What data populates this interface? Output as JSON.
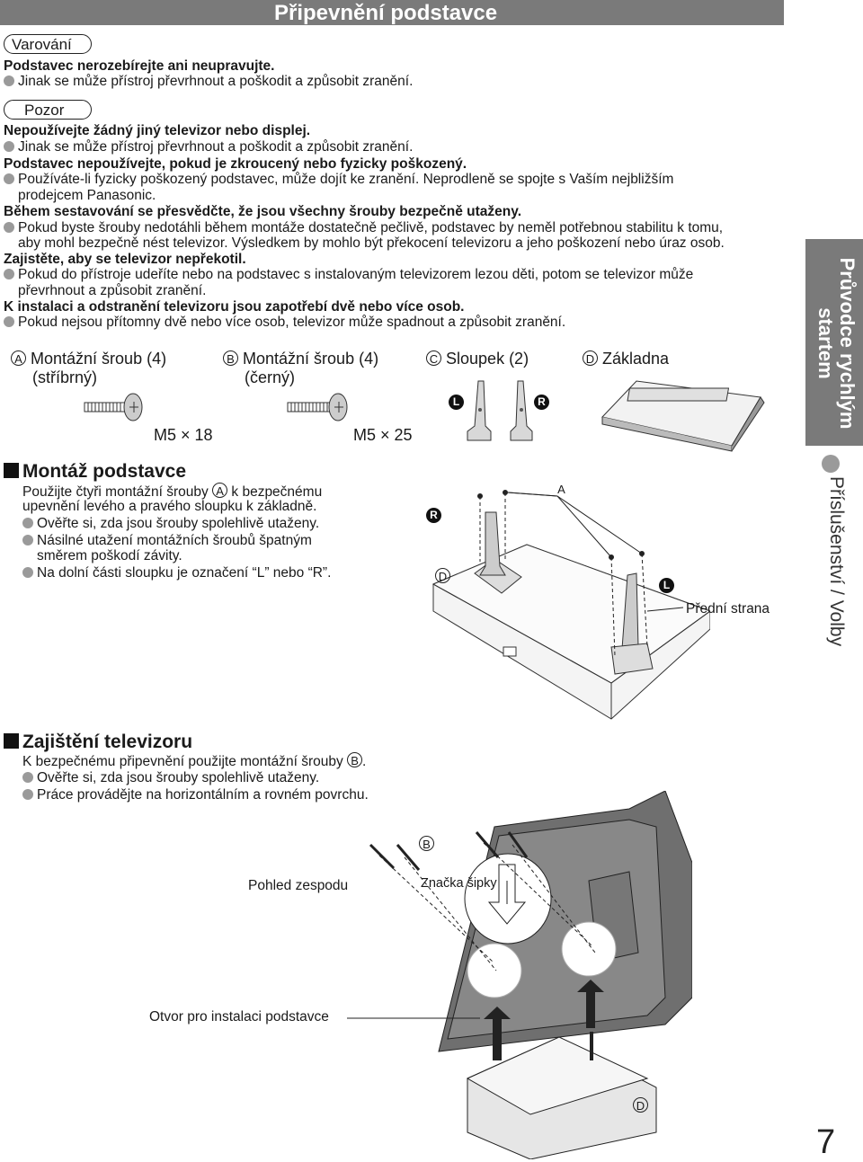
{
  "header": {
    "title": "Připevnění podstavce"
  },
  "warning": {
    "label": "Varování",
    "l1": "Podstavec nerozebírejte ani neupravujte.",
    "l2": "Jinak se může přístroj převrhnout a poškodit a způsobit zranění."
  },
  "caution": {
    "label": "Pozor",
    "l1": "Nepoužívejte žádný jiný televizor nebo displej.",
    "l2": "Jinak se může přístroj převrhnout a poškodit a způsobit zranění.",
    "l3": "Podstavec nepoužívejte, pokud je zkroucený nebo fyzicky poškozený.",
    "l4": "Používáte-li fyzicky poškozený podstavec, může dojít ke zranění. Neprodleně se spojte s Vaším nejbližším",
    "l4b": "prodejcem Panasonic.",
    "l5": "Během sestavování se přesvědčte, že jsou všechny šrouby bezpečně utaženy.",
    "l6": "Pokud byste šrouby nedotáhli během montáže dostatečně pečlivě, podstavec by neměl potřebnou stabilitu k tomu,",
    "l6b": "aby mohl bezpečně nést televizor. Výsledkem by mohlo být překocení televizoru a jeho poškození nebo úraz osob.",
    "l7": "Zajistěte, aby se televizor nepřekotil.",
    "l8": "Pokud do přístroje udeříte nebo na podstavec s instalovaným televizorem lezou děti, potom se televizor může",
    "l8b": "převrhnout a způsobit zranění.",
    "l9": "K instalaci a odstranění televizoru jsou zapotřebí dvě nebo více osob.",
    "l10": "Pokud nejsou přítomny dvě nebo více osob, televizor může spadnout a způsobit zranění."
  },
  "parts": {
    "a_letter": "A",
    "a_l1": "Montážní šroub (4)",
    "a_l2": "(stříbrný)",
    "a_size": "M5 × 18",
    "b_letter": "B",
    "b_l1": "Montážní šroub (4)",
    "b_l2": "(černý)",
    "b_size": "M5 × 25",
    "c_letter": "C",
    "c_l1": "Sloupek (2)",
    "l_mark": "L",
    "r_mark": "R",
    "d_letter": "D",
    "d_l1": "Základna"
  },
  "assembly": {
    "title": "Montáž podstavce",
    "p1a": "Použijte čtyři montážní šrouby",
    "p1_letter": "A",
    "p1b": "k bezpečnému",
    "p1c": "upevnění levého a pravého sloupku k základně.",
    "p2": "Ověřte si, zda jsou šrouby spolehlivě utaženy.",
    "p3": "Násilné utažení montážních šroubů špatným",
    "p3b": "směrem poškodí závity.",
    "p4": "Na dolní části sloupku je označení “L” nebo “R”.",
    "fig_a": "A",
    "fig_r": "R",
    "fig_d": "D",
    "fig_l": "L",
    "front": "Přední strana"
  },
  "securing": {
    "title": "Zajištění televizoru",
    "p1a": "K bezpečnému připevnění použijte montážní šrouby",
    "p1_letter": "B",
    "p2": "Ověřte si, zda jsou šrouby spolehlivě utaženy.",
    "p3": "Práce provádějte na horizontálním a rovném povrchu.",
    "view": "Pohled zespodu",
    "arrow": "Značka šipky",
    "hole": "Otvor pro instalaci podstavce",
    "fig_b": "B",
    "fig_d": "D"
  },
  "side": {
    "tab": "Průvodce rychlým startem",
    "sub": "Příslušenství / Volby"
  },
  "page_number": "7"
}
